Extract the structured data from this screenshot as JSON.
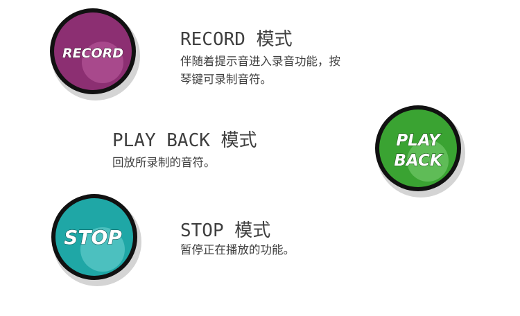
{
  "modes": [
    {
      "id": "record",
      "button_text": [
        "RECORD"
      ],
      "button_color": "#8c2f72",
      "button_highlight": "#b25396",
      "title": "RECORD 模式",
      "description_lines": [
        "伴随着提示音进入录音功能，按",
        "琴键可录制音符。"
      ]
    },
    {
      "id": "playback",
      "button_text": [
        "PLAY",
        "BACK"
      ],
      "button_color": "#3aa332",
      "button_highlight": "#6cc464",
      "title": "PLAY BACK 模式",
      "description_lines": [
        "回放所录制的音符。"
      ]
    },
    {
      "id": "stop",
      "button_text": [
        "STOP"
      ],
      "button_color": "#1fa7a6",
      "button_highlight": "#5cc8c7",
      "title": "STOP 模式",
      "description_lines": [
        "暂停正在播放的功能。"
      ]
    }
  ],
  "colors": {
    "ring": "#111111",
    "shadow": "#d4d4d4",
    "text": "#3f3f3f",
    "label_fill": "#ffffff"
  }
}
